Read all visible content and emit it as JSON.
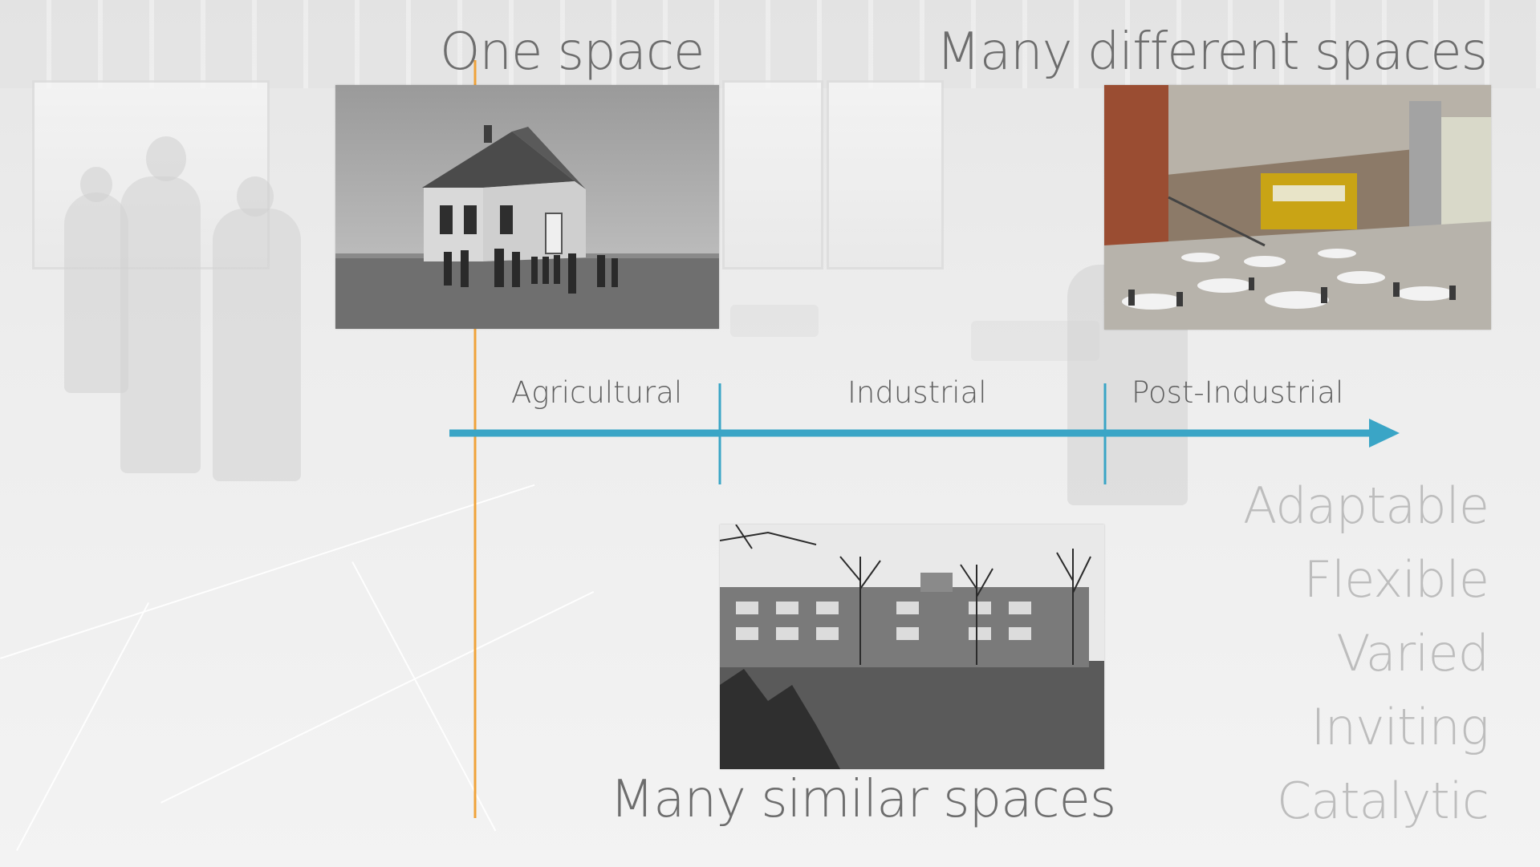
{
  "slide": {
    "headings": {
      "one_space": "One space",
      "many_different_spaces": "Many different spaces",
      "many_similar_spaces": "Many similar spaces"
    },
    "timeline": {
      "eras": [
        "Agricultural",
        "Industrial",
        "Post-Industrial"
      ],
      "axis_color": "#3aa5c6",
      "marker_color": "#f0a33a"
    },
    "qualities": [
      "Adaptable",
      "Flexible",
      "Varied",
      "Inviting",
      "Catalytic"
    ],
    "images": {
      "schoolhouse": "one-room-schoolhouse-photo",
      "commons": "modern-school-commons-photo",
      "factory_school": "industrial-era-school-building-photo"
    }
  }
}
